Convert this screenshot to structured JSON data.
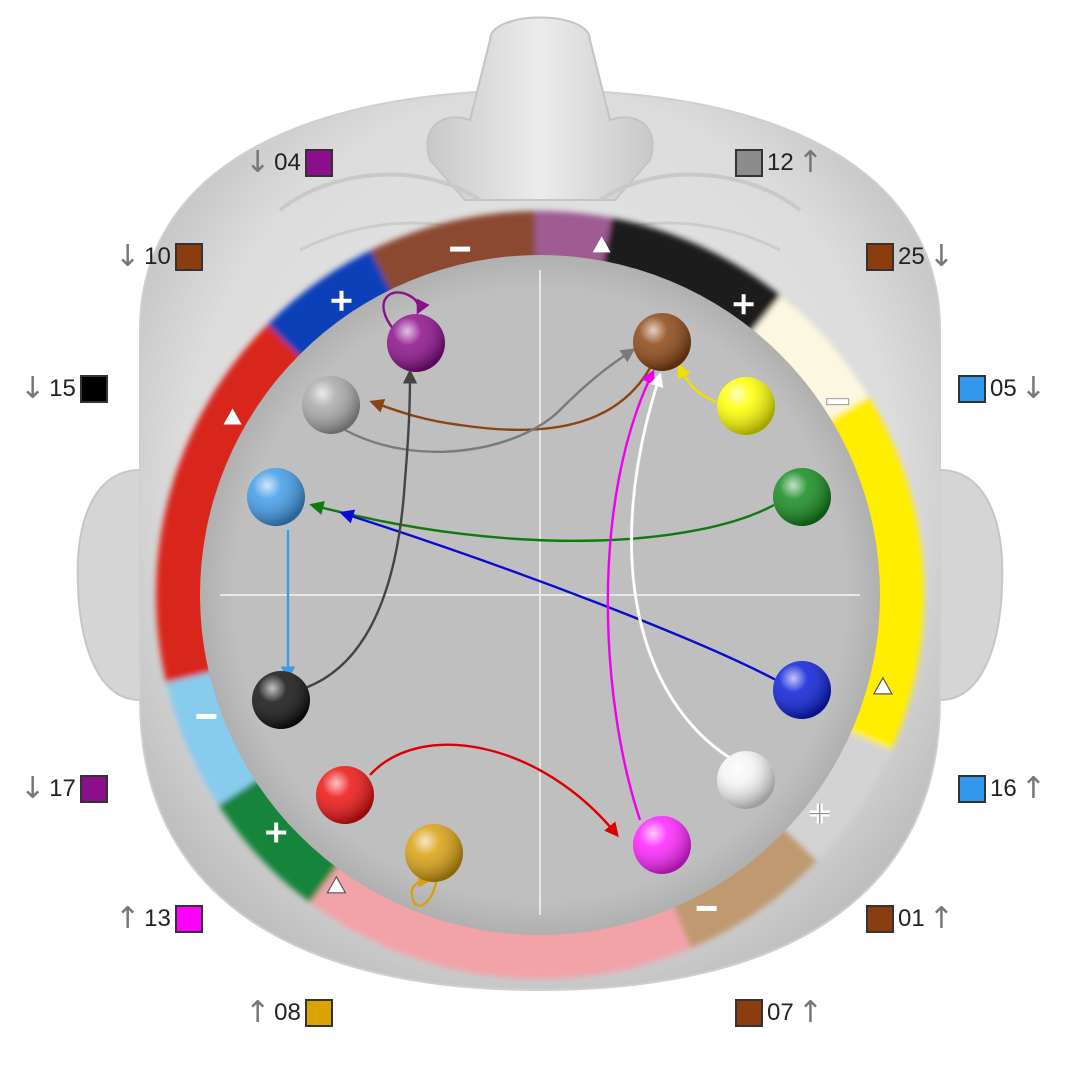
{
  "labels": [
    {
      "id": "04",
      "num": "04",
      "dir": "down",
      "side": "left",
      "color": "#8b0f8b"
    },
    {
      "id": "12",
      "num": "12",
      "dir": "up",
      "side": "right",
      "color": "#8c8c8c"
    },
    {
      "id": "10",
      "num": "10",
      "dir": "down",
      "side": "left",
      "color": "#8b3d0f"
    },
    {
      "id": "25",
      "num": "25",
      "dir": "down",
      "side": "right",
      "color": "#8b3d0f"
    },
    {
      "id": "15",
      "num": "15",
      "dir": "down",
      "side": "left",
      "color": "#000000"
    },
    {
      "id": "05",
      "num": "05",
      "dir": "down",
      "side": "right",
      "color": "#3399ee"
    },
    {
      "id": "17",
      "num": "17",
      "dir": "down",
      "side": "left",
      "color": "#8b0f8b"
    },
    {
      "id": "16",
      "num": "16",
      "dir": "up",
      "side": "right",
      "color": "#3399ee"
    },
    {
      "id": "13",
      "num": "13",
      "dir": "up",
      "side": "left",
      "color": "#ff00ff"
    },
    {
      "id": "01",
      "num": "01",
      "dir": "up",
      "side": "right",
      "color": "#8b3d0f"
    },
    {
      "id": "08",
      "num": "08",
      "dir": "up",
      "side": "left",
      "color": "#dba300"
    },
    {
      "id": "07",
      "num": "07",
      "dir": "up",
      "side": "right",
      "color": "#8b3d0f"
    }
  ],
  "arrows": {
    "up": "↑",
    "down": "↓"
  },
  "ring_segments": [
    {
      "name": "purple",
      "color": "#9e5c93",
      "mark": "triangle"
    },
    {
      "name": "black",
      "color": "#1a1a1a",
      "mark": "+"
    },
    {
      "name": "cream",
      "color": "#fbf7e0",
      "mark": "−"
    },
    {
      "name": "yellow",
      "color": "#ffee00",
      "mark": "triangle"
    },
    {
      "name": "light-gray",
      "color": "#d3d3d3",
      "mark": "+"
    },
    {
      "name": "tan",
      "color": "#bf9a70",
      "mark": "−"
    },
    {
      "name": "pink",
      "color": "#f2a3a8",
      "mark": "triangle"
    },
    {
      "name": "green",
      "color": "#13853a",
      "mark": "+"
    },
    {
      "name": "light-blue",
      "color": "#87ccec",
      "mark": "−"
    },
    {
      "name": "red",
      "color": "#d9281f",
      "mark": "triangle"
    },
    {
      "name": "blue",
      "color": "#0d3fb8",
      "mark": "+"
    },
    {
      "name": "brown",
      "color": "#8b4a32",
      "mark": "−"
    }
  ],
  "nodes": [
    {
      "name": "purple",
      "color": "#8b0f8b"
    },
    {
      "name": "brown",
      "color": "#8b4513"
    },
    {
      "name": "gray",
      "color": "#a8a8a8"
    },
    {
      "name": "yellow",
      "color": "#ffff00"
    },
    {
      "name": "light-blue",
      "color": "#3f9be8"
    },
    {
      "name": "green",
      "color": "#138a1e"
    },
    {
      "name": "black",
      "color": "#111111"
    },
    {
      "name": "blue",
      "color": "#0a1ed8"
    },
    {
      "name": "white",
      "color": "#f4f4f4"
    },
    {
      "name": "red",
      "color": "#ee1111"
    },
    {
      "name": "magenta",
      "color": "#ff22ff"
    },
    {
      "name": "gold",
      "color": "#d9a010"
    }
  ],
  "links": [
    {
      "from": "purple",
      "to": "purple",
      "color": "#8b0f8b"
    },
    {
      "from": "brown",
      "to": "gray",
      "color": "#8b4513"
    },
    {
      "from": "gray",
      "to": "brown",
      "color": "#7a7a7a"
    },
    {
      "from": "yellow",
      "to": "brown",
      "color": "#f0e000"
    },
    {
      "from": "green",
      "to": "light-blue",
      "color": "#107a10"
    },
    {
      "from": "blue",
      "to": "light-blue",
      "color": "#0b0bd0"
    },
    {
      "from": "light-blue",
      "to": "black",
      "color": "#3f9be8"
    },
    {
      "from": "black",
      "to": "purple",
      "color": "#444444"
    },
    {
      "from": "magenta",
      "to": "brown",
      "color": "#ee00ee"
    },
    {
      "from": "white",
      "to": "brown",
      "color": "#ffffff"
    },
    {
      "from": "red",
      "to": "magenta",
      "color": "#dd0000"
    },
    {
      "from": "gold",
      "to": "gold",
      "color": "#d9a010"
    }
  ]
}
